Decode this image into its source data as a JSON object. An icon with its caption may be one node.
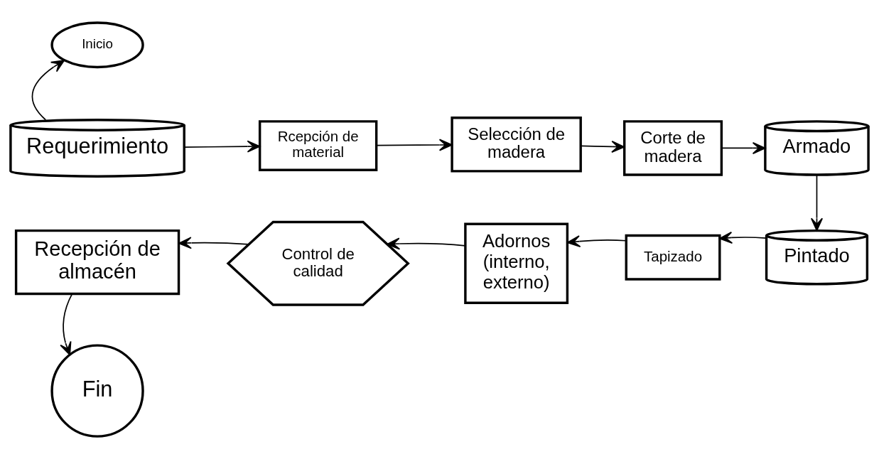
{
  "diagram": {
    "nodes": [
      {
        "text": [
          "Inicio"
        ]
      },
      {
        "text": [
          "Requerimiento"
        ]
      },
      {
        "text": [
          "Rcepción de material"
        ]
      },
      {
        "text": [
          "Selección de madera"
        ]
      },
      {
        "text": [
          "Corte de madera"
        ]
      },
      {
        "text": [
          "Armado"
        ]
      },
      {
        "text": [
          "Pintado"
        ]
      },
      {
        "text": [
          "Tapizado"
        ]
      },
      {
        "text": [
          "Adornos (interno, externo)"
        ]
      },
      {
        "text": [
          "Control de calidad"
        ]
      },
      {
        "text": [
          "Recepción de almacén"
        ]
      },
      {
        "text": [
          "Fin"
        ]
      }
    ],
    "edges": [
      {
        "from": 1,
        "to": 0,
        "arrow": "to"
      },
      {
        "from": 1,
        "to": 2,
        "arrow": "to"
      },
      {
        "from": 2,
        "to": 3,
        "arrow": "to"
      },
      {
        "from": 3,
        "to": 4,
        "arrow": "to"
      },
      {
        "from": 4,
        "to": 5,
        "arrow": "to"
      },
      {
        "from": 5,
        "to": 6,
        "arrow": "to"
      },
      {
        "from": 6,
        "to": 7,
        "arrow": "to"
      },
      {
        "from": 7,
        "to": 8,
        "arrow": "to"
      },
      {
        "from": 8,
        "to": 9,
        "arrow": "to"
      },
      {
        "from": 9,
        "to": 10,
        "arrow": "to"
      },
      {
        "from": 10,
        "to": 11,
        "arrow": "to"
      }
    ]
  }
}
